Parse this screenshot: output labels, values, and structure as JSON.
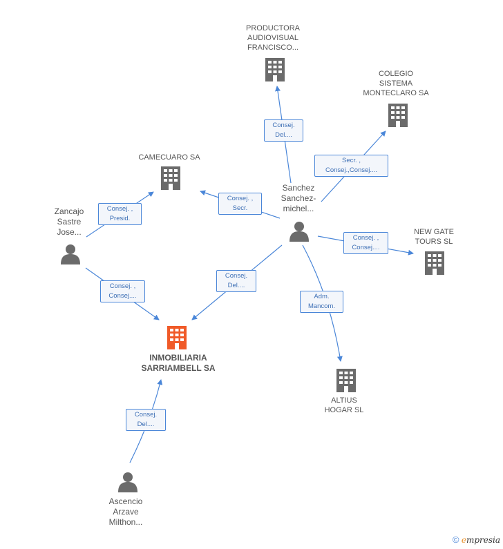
{
  "colors": {
    "edge": "#4a86d8",
    "node_icon": "#6b6b6b",
    "main_icon": "#f05a28",
    "label_bg": "#f3f6fb"
  },
  "nodes": {
    "productora": "PRODUCTORA\nAUDIOVISUAL\nFRANCISCO...",
    "colegio": "COLEGIO\nSISTEMA\nMONTECLARO SA",
    "camecuaro": "CAMECUARO SA",
    "sanchez": "Sanchez\nSanchez-\nmichel...",
    "zancajo": "Zancajo\nSastre\nJose...",
    "new_gate": "NEW GATE\nTOURS SL",
    "inmobiliaria": "INMOBILIARIA\nSARRIAMBELL SA",
    "altius": "ALTIUS\nHOGAR  SL",
    "ascencio": "Ascencio\nArzave\nMilthon..."
  },
  "edges": {
    "sanchez_productora": "Consej.\nDel....",
    "sanchez_colegio": "Secr. ,\nConsej.,Consej....",
    "sanchez_camecuaro": "Consej. ,\nSecr.",
    "zancajo_camecuaro": "Consej. ,\nPresid.",
    "sanchez_newgate": "Consej. ,\nConsej....",
    "sanchez_inmobiliaria": "Consej.\nDel....",
    "zancajo_inmobiliaria": "Consej. ,\nConsej....",
    "sanchez_altius": "Adm.\nMancom.",
    "ascencio_inmobiliaria": "Consej.\nDel...."
  },
  "footer": {
    "copyright": "©",
    "brand_e": "e",
    "brand_rest": "mpresia"
  }
}
